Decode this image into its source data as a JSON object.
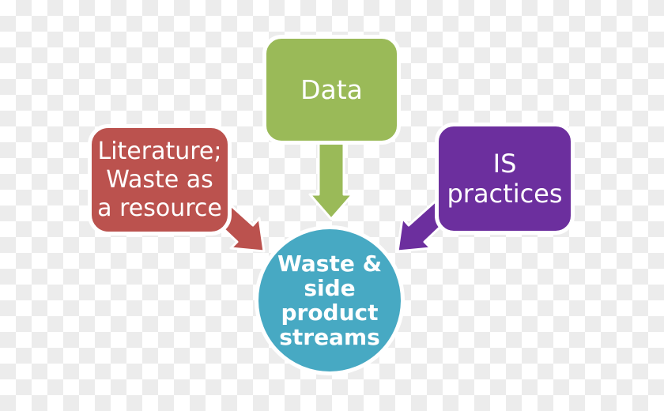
{
  "canvas": {
    "checker_light": "#ffffff",
    "checker_dark": "#ececec",
    "shape_outline_color": "#ffffff",
    "text_color": "#ffffff"
  },
  "nodes": {
    "literature": {
      "shape": "rounded-rect",
      "color": "#bb524e",
      "lines": [
        "Literature;",
        "Waste as",
        "a resource"
      ]
    },
    "data": {
      "shape": "rounded-rect",
      "color": "#9aba58",
      "label": "Data"
    },
    "is_practices": {
      "shape": "rounded-rect",
      "color": "#6c2f9e",
      "lines": [
        "IS",
        "practices"
      ]
    },
    "waste_streams": {
      "shape": "circle",
      "color": "#47a9c3",
      "lines": [
        "Waste &",
        "side",
        "product",
        "streams"
      ]
    }
  },
  "arrows": [
    {
      "from": "literature",
      "to": "waste_streams",
      "direction": "down-right",
      "color": "#bb524e"
    },
    {
      "from": "data",
      "to": "waste_streams",
      "direction": "down",
      "color": "#9aba58"
    },
    {
      "from": "is_practices",
      "to": "waste_streams",
      "direction": "down-left",
      "color": "#6c2f9e"
    }
  ]
}
